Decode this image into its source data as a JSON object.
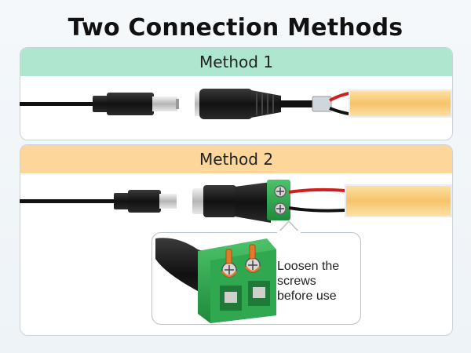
{
  "title": "Two Connection Methods",
  "methods": [
    {
      "label": "Method 1",
      "header_color": "#aee6d0"
    },
    {
      "label": "Method 2",
      "header_color": "#fcd69a"
    }
  ],
  "callout": {
    "lines": [
      "Loosen the",
      "screws",
      "before use"
    ]
  },
  "colors": {
    "terminal_green": "#2fa84f",
    "cable_black": "#111111",
    "wire_red": "#d11f1f",
    "led_yellow": "#f6c36a",
    "screw_orange": "#e07b2a"
  },
  "icons": [
    "dc-male-plug-icon",
    "dc-female-socket-icon",
    "screw-terminal-adapter-icon",
    "cob-led-strip-icon"
  ]
}
